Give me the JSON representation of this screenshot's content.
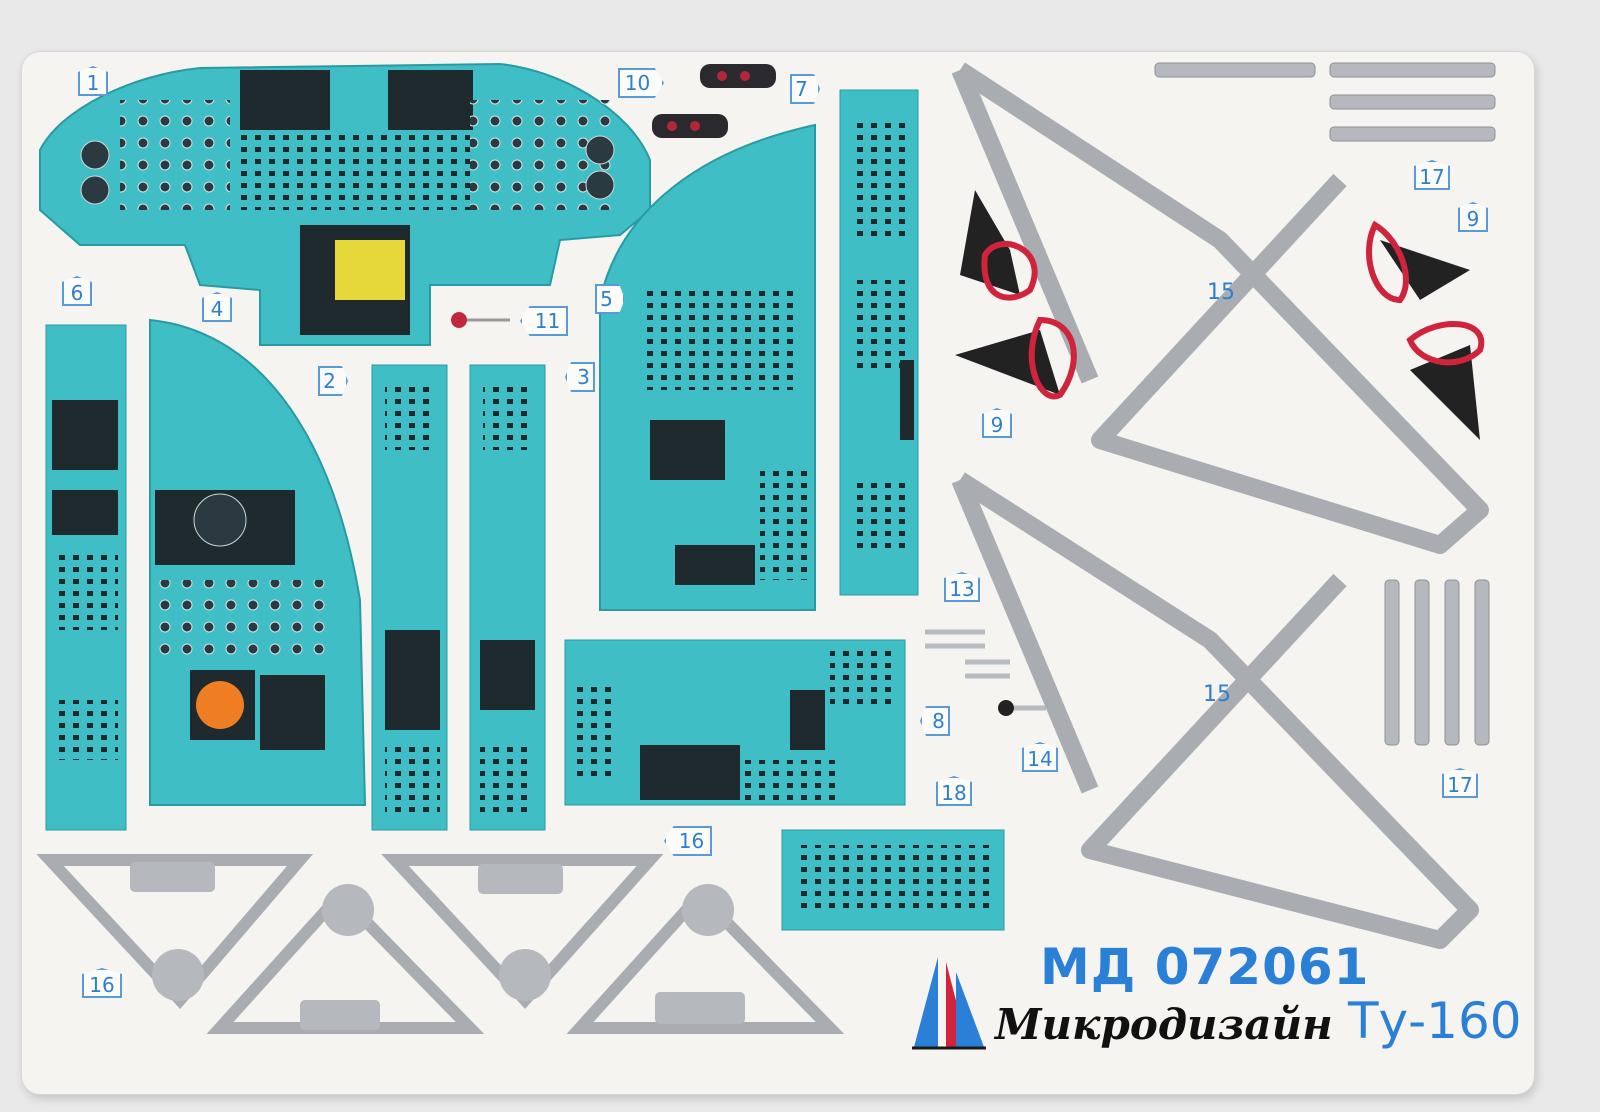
{
  "product_code": "МД 072061",
  "brand": "Микродизайн",
  "model": "Ту-160",
  "part_labels": {
    "p1": "1",
    "p2": "2",
    "p3": "3",
    "p4": "4",
    "p5": "5",
    "p6": "6",
    "p7": "7",
    "p8": "8",
    "p9a": "9",
    "p9b": "9",
    "p10": "10",
    "p11": "11",
    "p13": "13",
    "p14": "14",
    "p15a": "15",
    "p15b": "15",
    "p16a": "16",
    "p16b": "16",
    "p17a": "17",
    "p17b": "17",
    "p18": "18"
  },
  "colors": {
    "panel": "#3fbec6",
    "label_blue": "#2f7fd0",
    "frame_grey": "#a9adb2",
    "handle_red": "#d0243c"
  }
}
